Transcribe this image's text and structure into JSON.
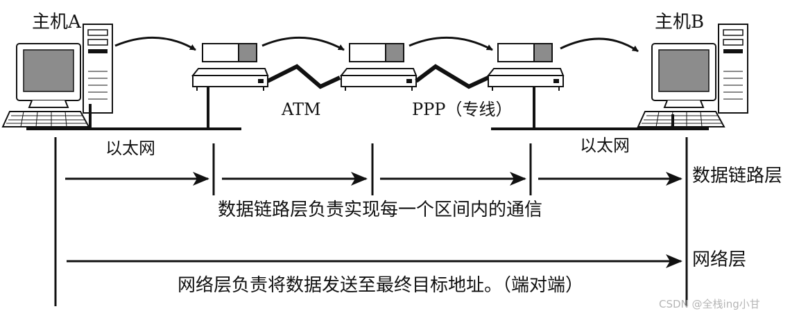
{
  "host_a": {
    "label": "主机A"
  },
  "host_b": {
    "label": "主机B"
  },
  "links": {
    "ethernet_left": "以太网",
    "ethernet_right": "以太网",
    "atm": "ATM",
    "ppp": "PPP（专线）"
  },
  "layers": {
    "datalink_label": "数据链路层",
    "datalink_desc": "数据链路层负责实现每一个区间内的通信",
    "network_label": "网络层",
    "network_desc": "网络层负责将数据发送至最终目标地址。（端对端）"
  },
  "watermark": "CSDN @全栈ing小甘"
}
